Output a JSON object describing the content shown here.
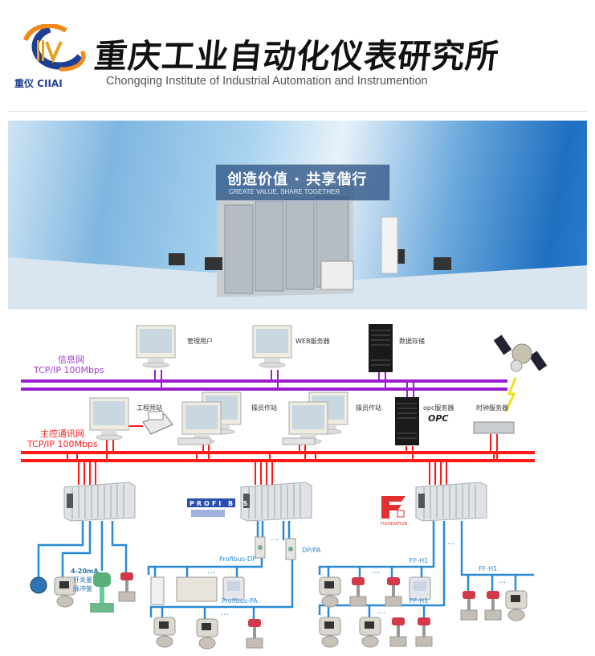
{
  "header": {
    "logo_text": "重仪 CIIAI",
    "title_cn": "重庆工业自动化仪表研究所",
    "title_en": "Chongqing Institute of Industrial Automation and Instrumention"
  },
  "banner": {
    "slogan_cn": "创造价值 · 共享偕行",
    "slogan_en": "CREATE VALUE, SHARE TOGETHER"
  },
  "diagram": {
    "info_network": {
      "name": "信息网",
      "spec": "TCP/IP 100Mbps",
      "color": "#9b1fd0"
    },
    "control_network": {
      "name": "主控通讯网",
      "spec": "TCP/IP 100Mbps",
      "color": "#ff1a1a"
    },
    "field_bus_color": "#2a8ad4",
    "nodes": {
      "mgmt_user": "管理用户",
      "web_server": "WEB服务器",
      "data_storage": "数据存储",
      "eng_station": "工程师站",
      "op_station_1": "操员作站",
      "op_station_2": "操员作站",
      "opc_server": "opc服务器",
      "opc_logo": "OPC",
      "clock_server": "时钟服务器"
    },
    "signals": [
      "4-20mA",
      "开关量",
      "脉冲量"
    ],
    "profibus_logo": "PROFI BUS",
    "foundation_logo": "FOUNDATION",
    "bus_labels": {
      "profibus_dp": "Profibus-DP",
      "dp_pa": "DP/PA",
      "profibus_pa": "Profibus-PA",
      "ff_h1_a": "FF-H1",
      "ff_h1_b": "FF-H1",
      "ff_h1_c": "FF-H1"
    },
    "ellipsis": "…"
  }
}
